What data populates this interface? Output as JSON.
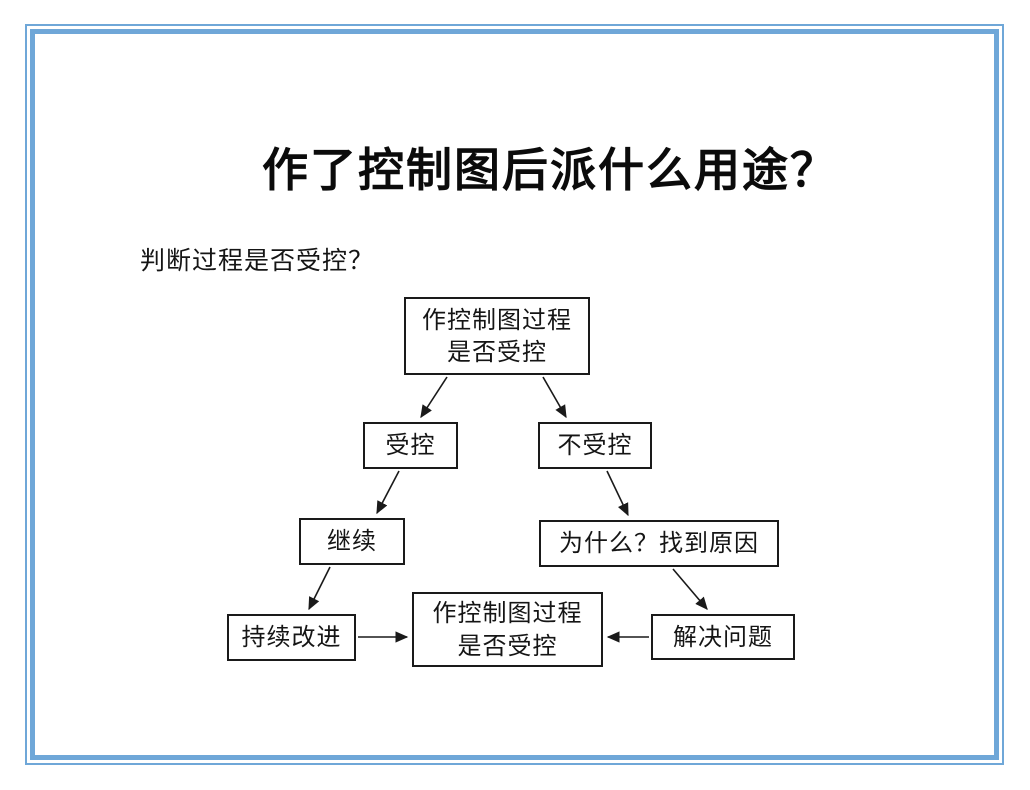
{
  "slide": {
    "title": "作了控制图后派什么用途？",
    "question": "判断过程是否受控？",
    "border_color": "#6FA7D8",
    "box_border_color": "#1a1a1a",
    "background_color": "#ffffff"
  },
  "flowchart": {
    "nodes": {
      "start": {
        "line1": "作控制图过程",
        "line2": "是否受控"
      },
      "controlled": {
        "label": "受控"
      },
      "uncontrolled": {
        "label": "不受控"
      },
      "continue": {
        "label": "继续"
      },
      "find_cause": {
        "label": "为什么？找到原因"
      },
      "improve": {
        "label": "持续改进"
      },
      "loop": {
        "line1": "作控制图过程",
        "line2": "是否受控"
      },
      "solve": {
        "label": "解决问题"
      }
    },
    "edges": [
      {
        "from": "作控制图过程是否受控",
        "to": "受控"
      },
      {
        "from": "作控制图过程是否受控",
        "to": "不受控"
      },
      {
        "from": "受控",
        "to": "继续"
      },
      {
        "from": "不受控",
        "to": "为什么？找到原因"
      },
      {
        "from": "继续",
        "to": "持续改进"
      },
      {
        "from": "为什么？找到原因",
        "to": "解决问题"
      },
      {
        "from": "持续改进",
        "to": "作控制图过程是否受控(回到)"
      },
      {
        "from": "解决问题",
        "to": "作控制图过程是否受控(回到)"
      }
    ]
  }
}
